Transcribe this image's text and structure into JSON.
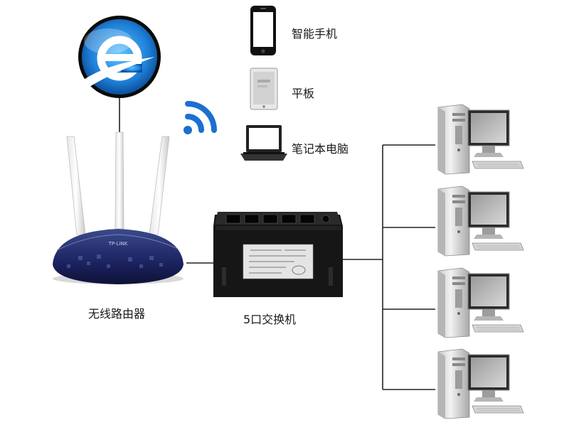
{
  "devices": {
    "phone": {
      "label": "智能手机",
      "icon": "smartphone-icon"
    },
    "tablet": {
      "label": "平板",
      "icon": "tablet-icon"
    },
    "laptop": {
      "label": "笔记本电脑",
      "icon": "laptop-icon"
    }
  },
  "router": {
    "label": "无线路由器",
    "brand": "TP-LINK",
    "icon": "wireless-router-icon"
  },
  "switch": {
    "label": "5口交换机",
    "icon": "network-switch-icon"
  },
  "internet": {
    "icon": "internet-explorer-icon"
  },
  "wifi": {
    "icon": "wifi-signal-icon"
  },
  "desktops": [
    {
      "icon": "desktop-computer-icon"
    },
    {
      "icon": "desktop-computer-icon"
    },
    {
      "icon": "desktop-computer-icon"
    },
    {
      "icon": "desktop-computer-icon"
    }
  ],
  "colors": {
    "ie_blue": "#1e7fd6",
    "wifi_blue": "#1c6fd1",
    "router_navy": "#1c2360",
    "switch_black": "#1b1b1b",
    "line": "#222222"
  }
}
